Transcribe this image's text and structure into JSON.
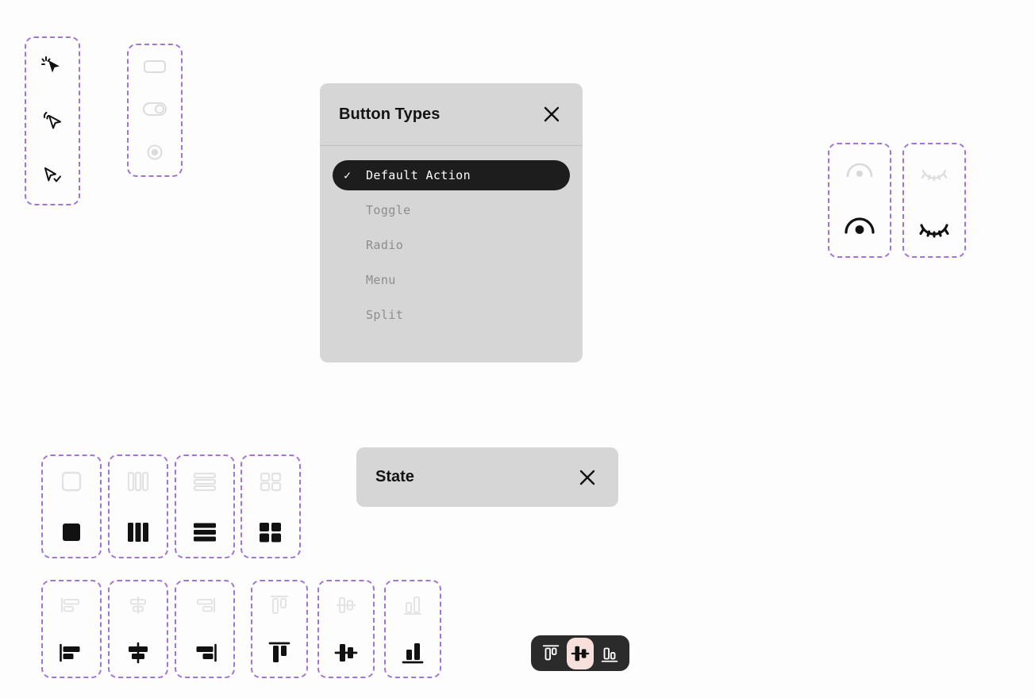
{
  "canvas": {
    "background": "#fdfdfd",
    "annotation_frame_color": "#a274d9",
    "accent_selected": "#f7dfdb",
    "dark_surface": "#2b2b2b",
    "panel_surface": "#d6d6d6",
    "ink": "#1d1d1d",
    "muted_ink": "#8d8d8d"
  },
  "groups": {
    "cursors": {
      "name": "cursor-states",
      "items": [
        {
          "icon": "cursor-click-icon",
          "label": "Click"
        },
        {
          "icon": "cursor-hover-icon",
          "label": "Hover"
        },
        {
          "icon": "cursor-check-icon",
          "label": "Confirm"
        }
      ]
    },
    "controls": {
      "name": "form-controls",
      "items": [
        {
          "icon": "button-icon",
          "label": "Button"
        },
        {
          "icon": "toggle-icon",
          "label": "Toggle"
        },
        {
          "icon": "radio-icon",
          "label": "Radio"
        }
      ]
    },
    "visibility": {
      "name": "visibility-states",
      "items": [
        {
          "icon": "eye-open-icon",
          "label": "Visible"
        },
        {
          "icon": "eye-closed-icon",
          "label": "Hidden"
        }
      ]
    },
    "layouts": {
      "name": "layout-variants",
      "items": [
        {
          "icon": "layout-single-icon",
          "label": "Single"
        },
        {
          "icon": "layout-columns-icon",
          "label": "Columns"
        },
        {
          "icon": "layout-rows-icon",
          "label": "Rows"
        },
        {
          "icon": "layout-grid-icon",
          "label": "Grid"
        }
      ]
    },
    "align_horizontal": {
      "name": "horizontal-alignment",
      "items": [
        {
          "icon": "align-left-icon",
          "label": "Align left"
        },
        {
          "icon": "align-center-horizontal-icon",
          "label": "Align center"
        },
        {
          "icon": "align-right-icon",
          "label": "Align right"
        }
      ]
    },
    "align_vertical": {
      "name": "vertical-alignment",
      "items": [
        {
          "icon": "align-top-icon",
          "label": "Align top"
        },
        {
          "icon": "align-middle-vertical-icon",
          "label": "Align middle"
        },
        {
          "icon": "align-bottom-icon",
          "label": "Align bottom"
        }
      ]
    }
  },
  "dialog": {
    "title": "Button Types",
    "close_icon": "close-icon",
    "items": [
      {
        "label": "Default Action",
        "selected": true,
        "check": "✓"
      },
      {
        "label": "Toggle",
        "selected": false,
        "check": "✓"
      },
      {
        "label": "Radio",
        "selected": false,
        "check": "✓"
      },
      {
        "label": "Menu",
        "selected": false,
        "check": "✓"
      },
      {
        "label": "Split",
        "selected": false,
        "check": "✓"
      }
    ]
  },
  "state_panel": {
    "title": "State",
    "close_icon": "close-icon"
  },
  "toolbar": {
    "name": "vertical-align-toolbar",
    "buttons": [
      {
        "icon": "align-top-icon",
        "label": "Align top",
        "active": false
      },
      {
        "icon": "align-middle-vertical-icon",
        "label": "Align middle",
        "active": true
      },
      {
        "icon": "align-bottom-icon",
        "label": "Align bottom",
        "active": false
      }
    ]
  }
}
